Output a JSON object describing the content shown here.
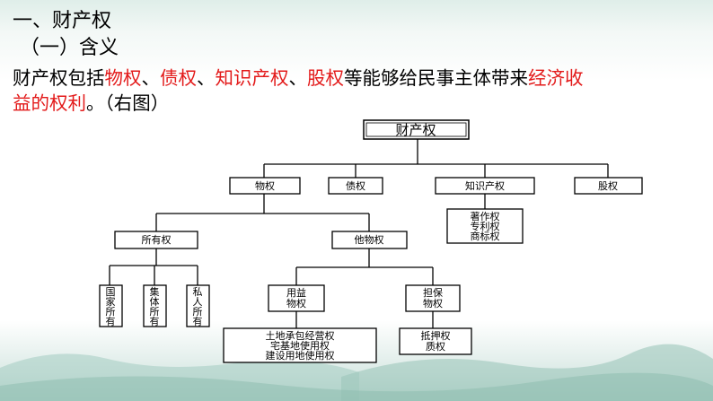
{
  "heading": "一、财产权",
  "subheading": "（一）含义",
  "paragraph": {
    "line1": [
      {
        "text": "财产权包括",
        "highlight": false
      },
      {
        "text": "物权",
        "highlight": true
      },
      {
        "text": "、",
        "highlight": false
      },
      {
        "text": "债权",
        "highlight": true
      },
      {
        "text": "、",
        "highlight": false
      },
      {
        "text": "知识产权",
        "highlight": true
      },
      {
        "text": "、",
        "highlight": false
      },
      {
        "text": "股权",
        "highlight": true
      },
      {
        "text": "等能够给民事主体带来",
        "highlight": false
      },
      {
        "text": "经济收",
        "highlight": true
      }
    ],
    "line2": [
      {
        "text": "益的权利",
        "highlight": true
      },
      {
        "text": "。（右图）",
        "highlight": false
      }
    ]
  },
  "diagram": {
    "root": "财产权",
    "level1": [
      "物权",
      "债权",
      "知识产权",
      "股权"
    ],
    "ip_types": [
      "著作权",
      "专利权",
      "商标权"
    ],
    "wuquan_children": [
      "所有权",
      "他物权"
    ],
    "ownership_types": [
      [
        "国",
        "家",
        "所",
        "有"
      ],
      [
        "集",
        "体",
        "所",
        "有"
      ],
      [
        "私",
        "人",
        "所",
        "有"
      ]
    ],
    "other_rights": [
      [
        "用益",
        "物权"
      ],
      [
        "担保",
        "物权"
      ]
    ],
    "usufruct_types": [
      "土地承包经营权",
      "宅基地使用权",
      "建设用地使用权"
    ],
    "security_types": [
      "抵押权",
      "质权"
    ]
  },
  "colors": {
    "highlight": "#e31a1a",
    "text": "#000000",
    "box_border": "#000000"
  }
}
